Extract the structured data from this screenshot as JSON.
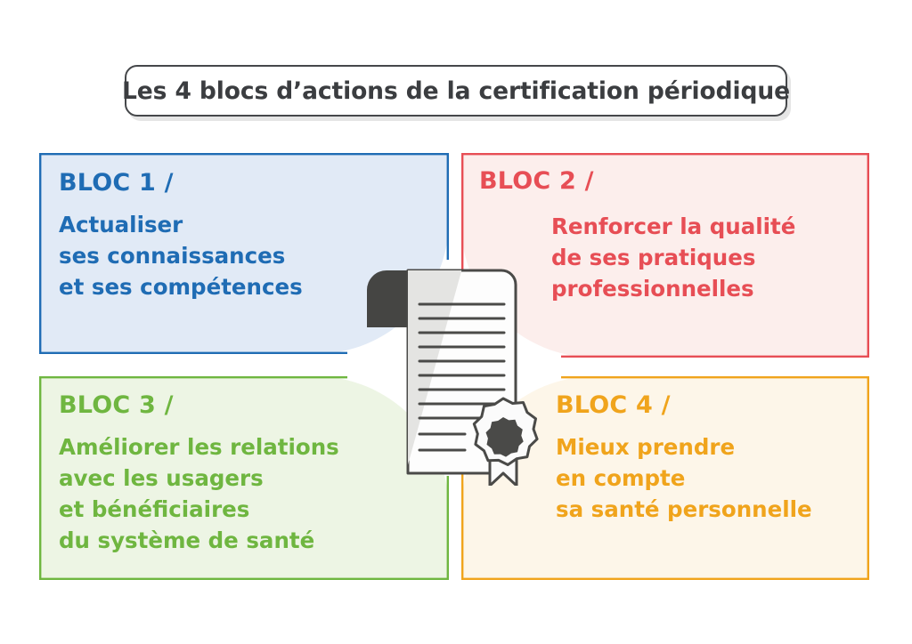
{
  "page": {
    "title": "Les 4 blocs d’actions de la certification périodique",
    "background_color": "#ffffff"
  },
  "title_box": {
    "label": "Les 4 blocs d’actions de la certification périodique",
    "border_color": "#45474a",
    "text_color": "#3b3d40"
  },
  "blocks": [
    {
      "id": "bloc-1",
      "heading": "BLOC 1 /",
      "body": "Actualiser\nses connaissances\net ses compétences",
      "accent_color": "#1f6cb4",
      "fill_color": "#e1eaf6",
      "position": "top-left"
    },
    {
      "id": "bloc-2",
      "heading": "BLOC 2 /",
      "body": "Renforcer la qualité\nde ses pratiques\nprofessionnelles",
      "accent_color": "#e74e55",
      "fill_color": "#fceeec",
      "position": "top-right"
    },
    {
      "id": "bloc-3",
      "heading": "BLOC 3 /",
      "body": "Améliorer les relations\navec les usagers\net bénéficiaires\ndu système de santé",
      "accent_color": "#6fb640",
      "fill_color": "#edf5e4",
      "position": "bottom-left"
    },
    {
      "id": "bloc-4",
      "heading": "BLOC 4 /",
      "body": "Mieux prendre\nen compte\nsa santé personnelle",
      "accent_color": "#f0a41c",
      "fill_color": "#fdf6e9",
      "position": "bottom-right"
    }
  ],
  "illustration": {
    "name": "certificate-document-with-seal",
    "paper_color": "#fdfdfd",
    "shade_color": "#e4e4e2",
    "outline_color": "#4a4a48",
    "curl_color": "#454543",
    "text_line_count": 11,
    "seal": {
      "name": "award-seal",
      "badge_color": "#fbfbfb",
      "star_color": "#4a4a48",
      "ribbon_color": "#fbfbfb"
    }
  }
}
